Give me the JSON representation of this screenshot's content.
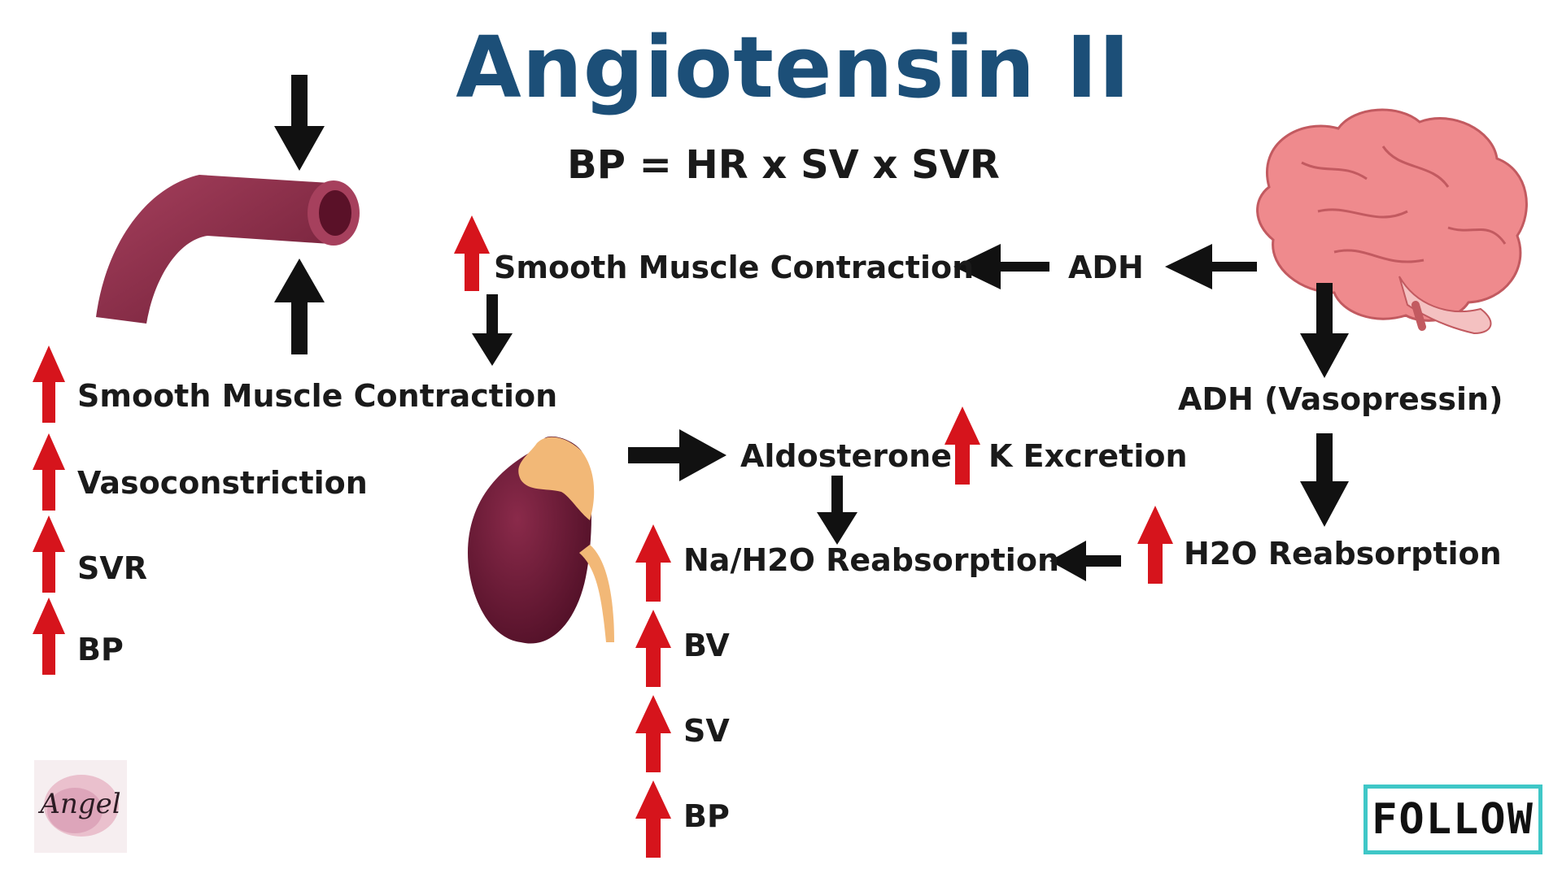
{
  "title": "Angiotensin II",
  "equation": "BP = HR x SV x SVR",
  "labels": {
    "smooth_muscle_top": "Smooth Muscle Contraction",
    "adh_top": "ADH",
    "smooth_muscle_left": "Smooth Muscle Contraction",
    "vasoconstriction": "Vasoconstriction",
    "svr": "SVR",
    "bp_left": "BP",
    "adh_vasopressin": "ADH (Vasopressin)",
    "aldosterone": "Aldosterone",
    "k_excretion": "K Excretion",
    "na_h2o": "Na/H2O Reabsorption",
    "h2o": "H2O Reabsorption",
    "bv": "BV",
    "sv": "SV",
    "bp_bottom": "BP"
  },
  "follow_button": "FOLLOW",
  "logo_text": "Angel",
  "colors": {
    "title": "#1c4f78",
    "up_arrow": "#d6141c",
    "arrow": "#111111",
    "vessel": "#8a2c45",
    "brain": "#ef8a8d",
    "kidney": "#6b1a35",
    "adrenal": "#f2b877",
    "follow_border": "#3fc7c7"
  },
  "icons": [
    "blood-vessel-icon",
    "brain-icon",
    "kidney-icon",
    "adrenal-gland-icon",
    "up-arrow-icon",
    "black-arrow-icon"
  ]
}
